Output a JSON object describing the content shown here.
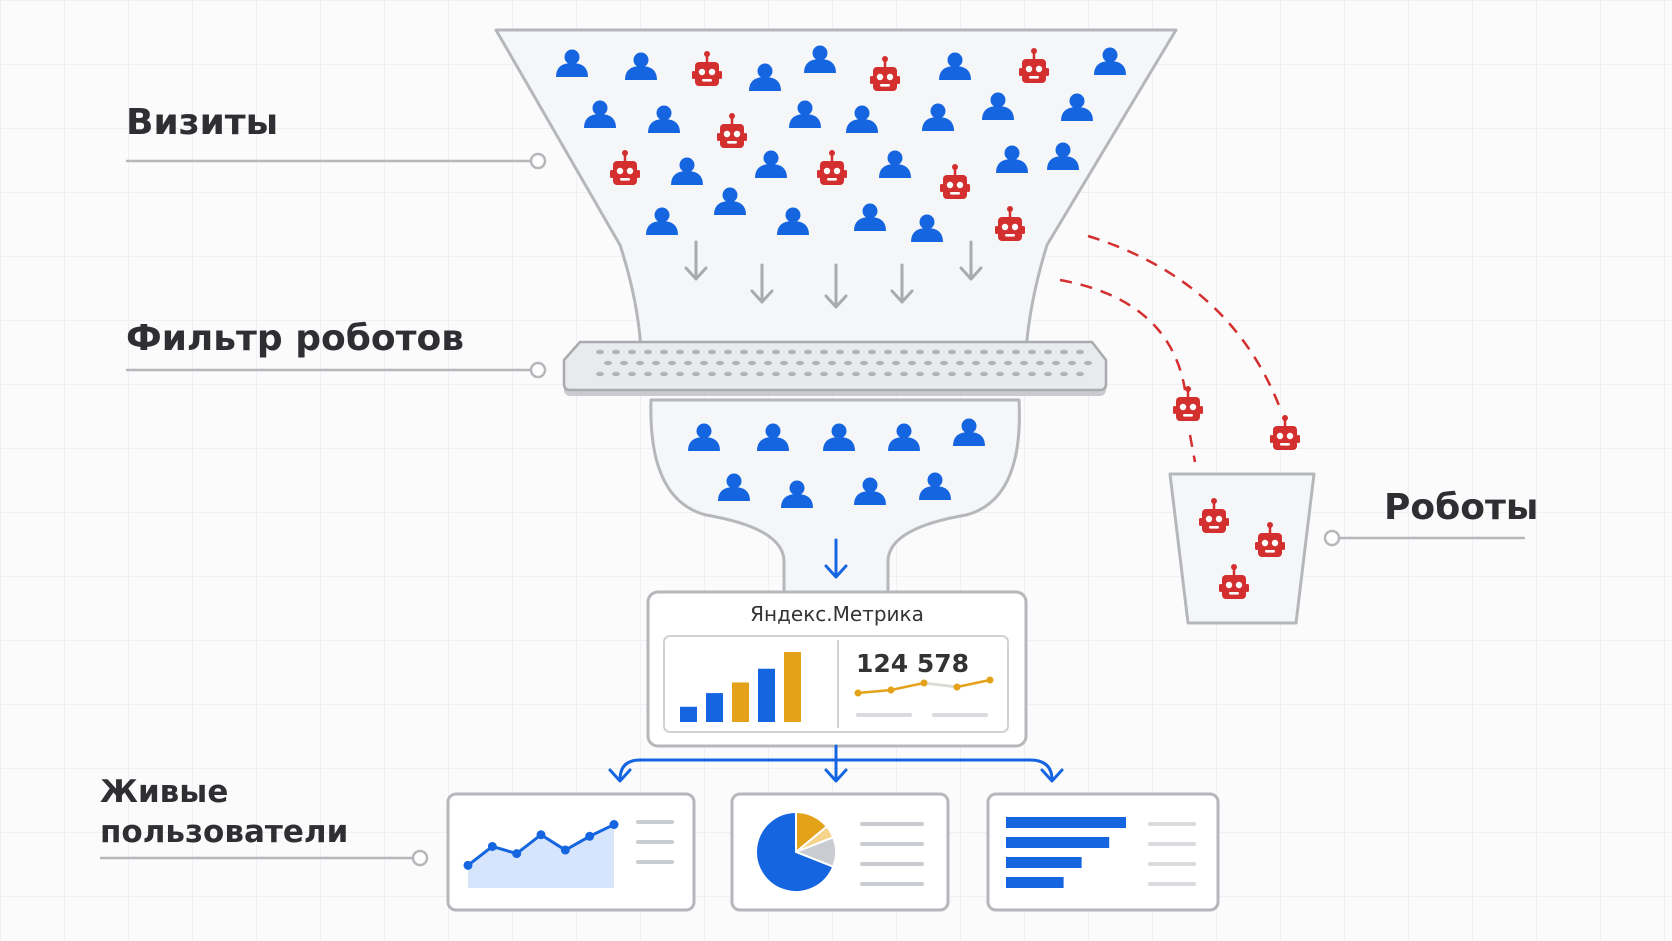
{
  "labels": {
    "visits": "Визиты",
    "filter": "Фильтр роботов",
    "robots": "Роботы",
    "live_line1": "Живые",
    "live_line2": "пользователи"
  },
  "metrika": {
    "title": "Яндекс.Метрика",
    "counter": "124 578",
    "bars": [
      {
        "value": 1,
        "color": "#1565e0"
      },
      {
        "value": 1.9,
        "color": "#1565e0"
      },
      {
        "value": 2.6,
        "color": "#e3a21a"
      },
      {
        "value": 3.5,
        "color": "#1565e0"
      },
      {
        "value": 4.6,
        "color": "#e3a21a"
      }
    ],
    "sparkline": [
      0.35,
      0.5,
      0.85,
      0.65,
      1.0
    ]
  },
  "reports": {
    "line_chart": [
      0.15,
      0.52,
      0.38,
      0.75,
      0.45,
      0.72,
      0.95
    ],
    "pie_slices": [
      {
        "value": 0.69,
        "color": "#1565e0"
      },
      {
        "value": 0.14,
        "color": "#e3a21a"
      },
      {
        "value": 0.05,
        "color": "#f5d38a"
      },
      {
        "value": 0.12,
        "color": "#c9ccd1"
      }
    ],
    "hbars": [
      1.0,
      0.86,
      0.63,
      0.48
    ]
  },
  "colors": {
    "user": "#1565e0",
    "robot": "#d32f2f",
    "accent": "#e3a21a",
    "outline": "#b5b7bb"
  },
  "icons": {
    "user": "user-icon",
    "robot": "robot-icon"
  }
}
